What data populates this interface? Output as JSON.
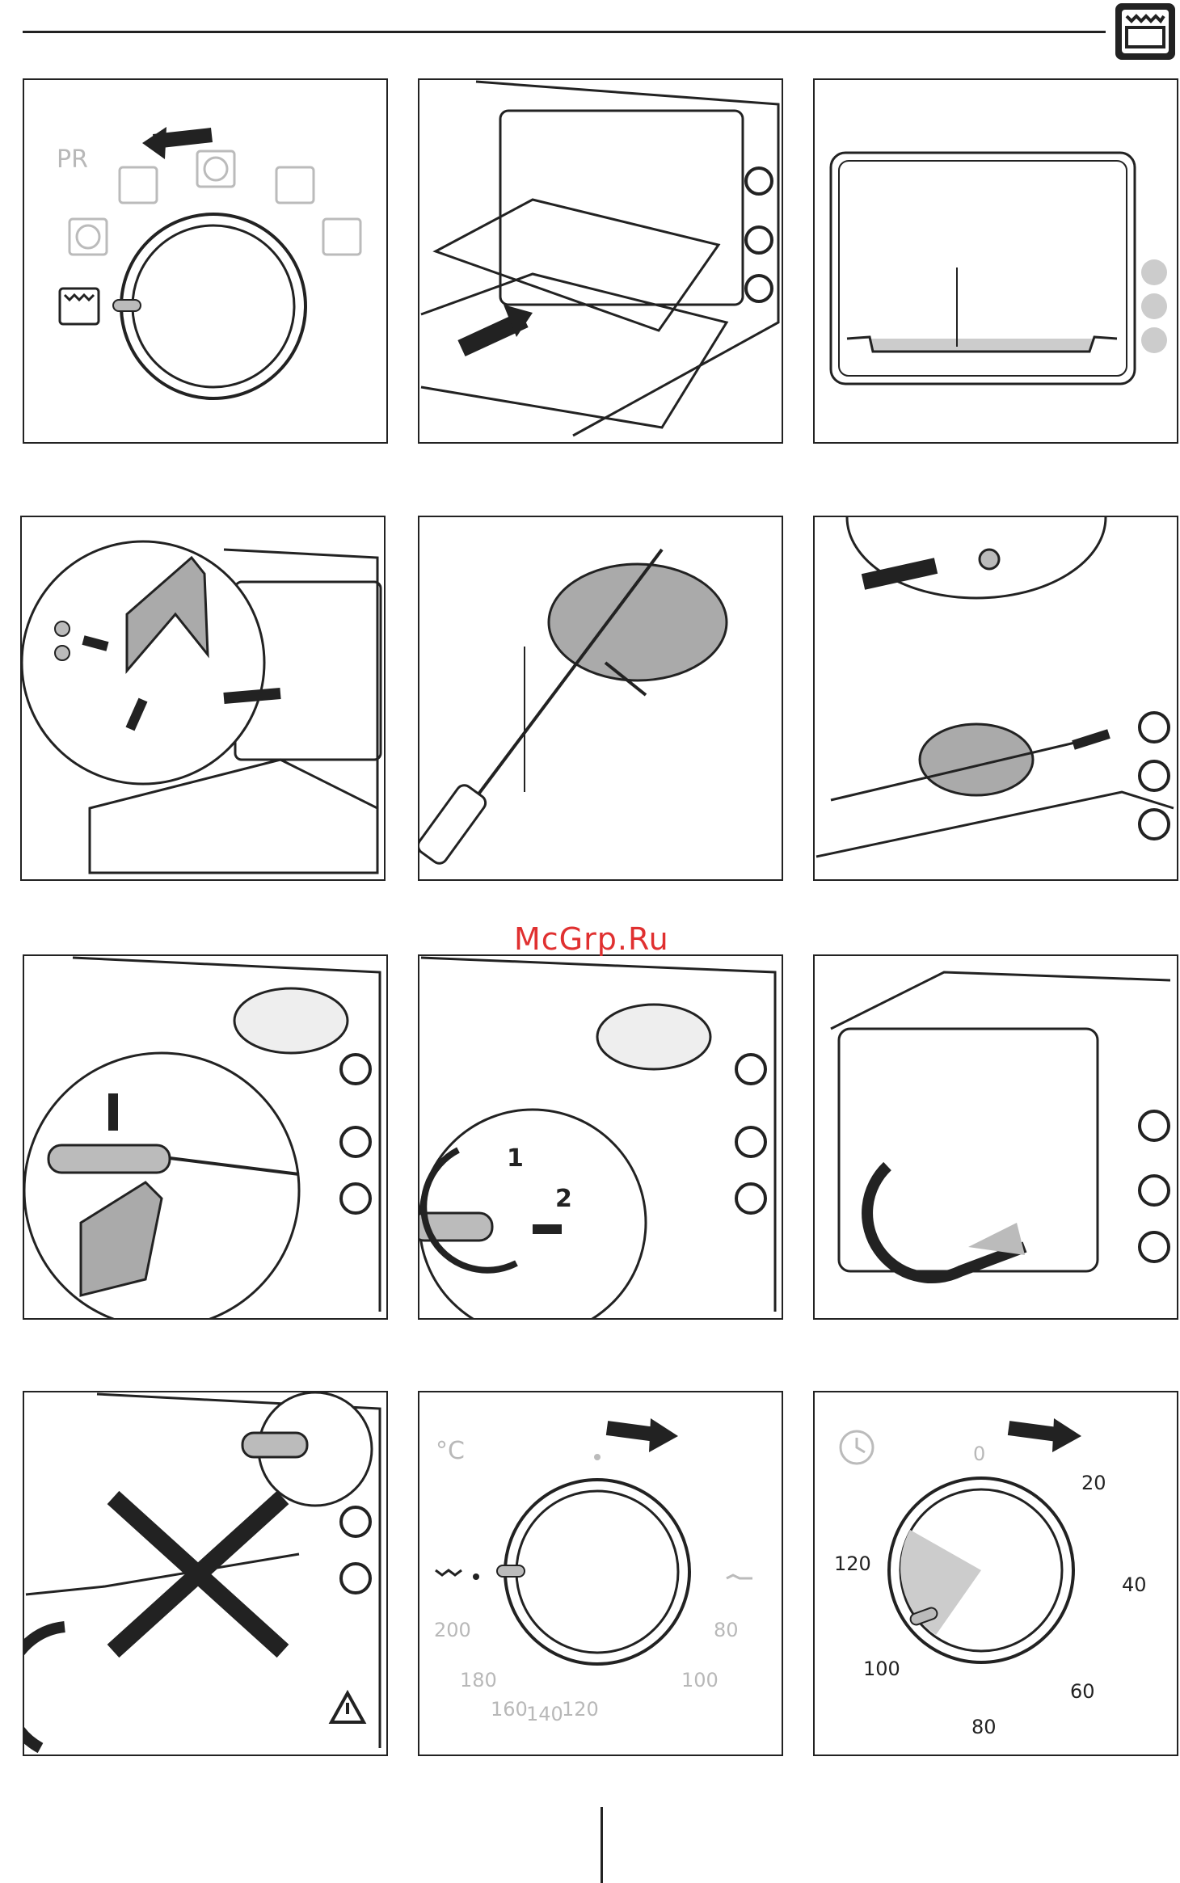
{
  "watermark": "McGrp.Ru",
  "panel1": {
    "label": "PR"
  },
  "panel8": {
    "label1": "1",
    "label2": "2"
  },
  "panel11": {
    "unit": "°C",
    "temps": [
      "200",
      "180",
      "160",
      "140",
      "120",
      "100",
      "80"
    ]
  },
  "panel12": {
    "minutes": [
      "0",
      "20",
      "40",
      "60",
      "80",
      "100",
      "120"
    ]
  }
}
